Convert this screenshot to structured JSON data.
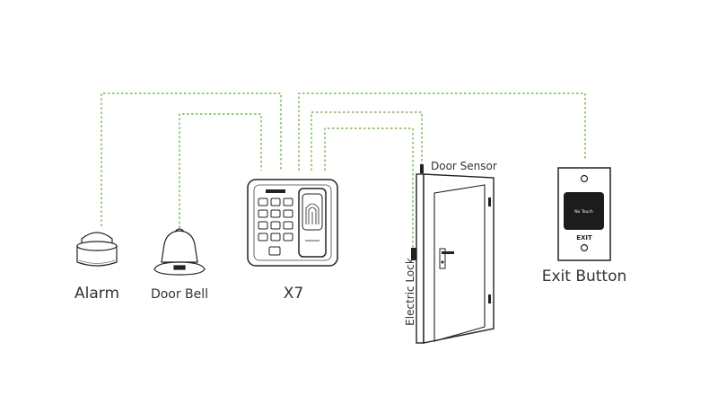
{
  "labels": {
    "alarm": "Alarm",
    "door_bell": "Door Bell",
    "x7": "X7",
    "door_sensor": "Door Sensor",
    "electric_lock": "Electric Lock",
    "exit_button": "Exit Button"
  },
  "exit_device": {
    "no_touch": "No Touch",
    "exit": "EXIT"
  },
  "colors": {
    "wire": "#5aab2e",
    "outline": "#222222",
    "text": "#333333"
  }
}
